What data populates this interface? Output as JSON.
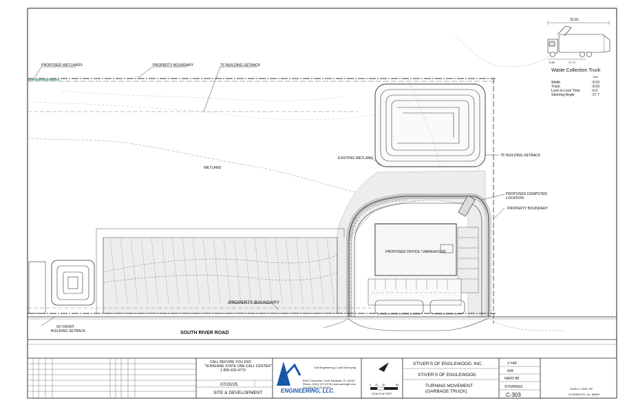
{
  "plan": {
    "labels": {
      "proposed_wetlands": "PROPOSED WETLANDS",
      "property_boundary_top": "PROPERTY BOUNDARY",
      "building_setback_top": "75' BUILDING SETBACK",
      "wetland": "WETLAND",
      "existing_wetland": "EXISTING WETLAND",
      "building_setback_right": "75' BUILDING SETBACK",
      "dumpster_line1": "PROPOSED DUMPSTER",
      "dumpster_line2": "LOCATION",
      "property_boundary_right": "PROPERTY BOUNDARY",
      "proposed_building": "PROPOSED OFFICE / WAREHOUSE",
      "property_boundary_bottom": "PROPERTY BOUNDARY",
      "front_setback_line1": "50' FRONT",
      "front_setback_line2": "BUILDING SETBACK",
      "road": "SOUTH RIVER ROAD"
    }
  },
  "truck": {
    "title": "Waste Collection Truck",
    "overall_length": "32.81",
    "front_overhang": "6.56",
    "wheelbase": "17.72",
    "units": "feet",
    "specs": [
      {
        "name": "Width",
        "value": ": 8.53"
      },
      {
        "name": "Track",
        "value": ": 8.53"
      },
      {
        "name": "Lock to Lock Time",
        "value": ": 6.0"
      },
      {
        "name": "Steering Angle",
        "value": ": 27.7"
      }
    ]
  },
  "title_block": {
    "call_line1": "CALL BEFORE YOU DIG!",
    "call_line2": "\"SUNSHINE STATE ONE-CALL CENTER\"",
    "call_phone": "1-800-432-4770",
    "date": "07/20/25",
    "sheet_purpose": "SITE & DEVELOPMENT",
    "company": "ENGINEERING, LLC.",
    "company_services": "Civil Engineering | Land Surveying",
    "company_address": "8340 Consumer Court Sarasota, FL 34240",
    "company_phone": "Phone: (941) 377-9178 | www.amengfl.com",
    "company_license": "CA #30135 | LB #4304",
    "scale_label": "SCALE IN FEET",
    "scale_ticks": [
      "0",
      "20",
      "40",
      "80"
    ],
    "project_title": "STIVER'S OF ENGLEWOOD, INC.",
    "project_subtitle": "STIVER'S OF ENGLEWOOD",
    "drawing_title_line1": "TURNING MOVEMENT",
    "drawing_title_line2": "(GARBAGE TRUCK)",
    "scale_value": "1\"=40'",
    "na_value": "N/A",
    "datum": "NAVD 88",
    "job_number": "STIVR0001",
    "sheet_number": "C-303",
    "engineer_name": "JOHN V. FINK, PE",
    "license_note": "FLORIDA P.E. No. 56089"
  }
}
